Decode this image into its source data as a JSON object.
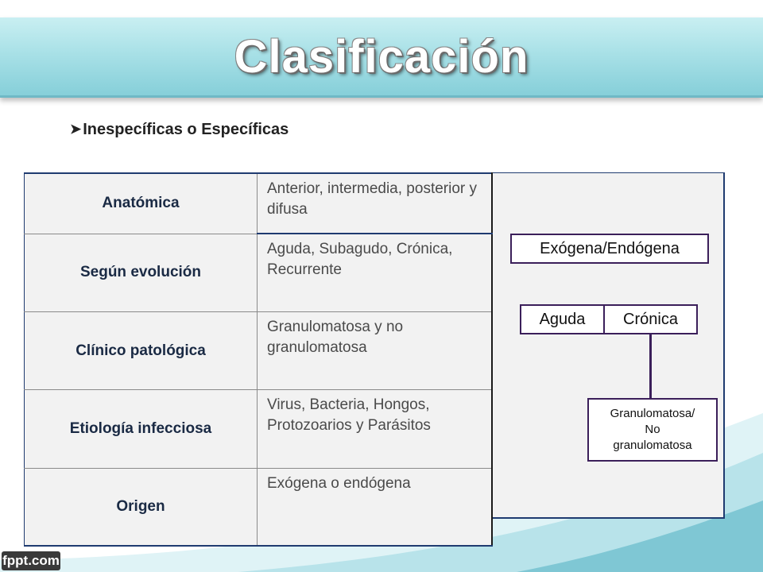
{
  "slide": {
    "title": "Clasificación",
    "bullet": "Inespecíficas o Específicas"
  },
  "table": {
    "rows": [
      {
        "label": "Anatómica",
        "value": "Anterior, intermedia, posterior y difusa"
      },
      {
        "label": "Según evolución",
        "value": "Aguda, Subagudo, Crónica, Recurrente"
      },
      {
        "label": "Clínico patológica",
        "value": "Granulomatosa y no granulomatosa"
      },
      {
        "label": "Etiología infecciosa",
        "value": "Virus, Bacteria, Hongos, Protozoarios y Parásitos"
      },
      {
        "label": "Origen",
        "value": "Exógena o endógena"
      }
    ]
  },
  "diagram": {
    "origin_box": "Exógena/Endógena",
    "acute_box": "Aguda",
    "chronic_box": "Crónica",
    "granulomatous_box_line1": "Granulomatosa/",
    "granulomatous_box_line2": "No",
    "granulomatous_box_line3": "granulomatosa"
  },
  "watermark": "fppt.com",
  "colors": {
    "title_band": "#a9e1e7",
    "table_border": "#1f3b70",
    "box_border": "#3b1f5a",
    "cell_bg": "#f2f2f2"
  },
  "icons": {
    "bullet": "arrow-bullet-icon"
  }
}
